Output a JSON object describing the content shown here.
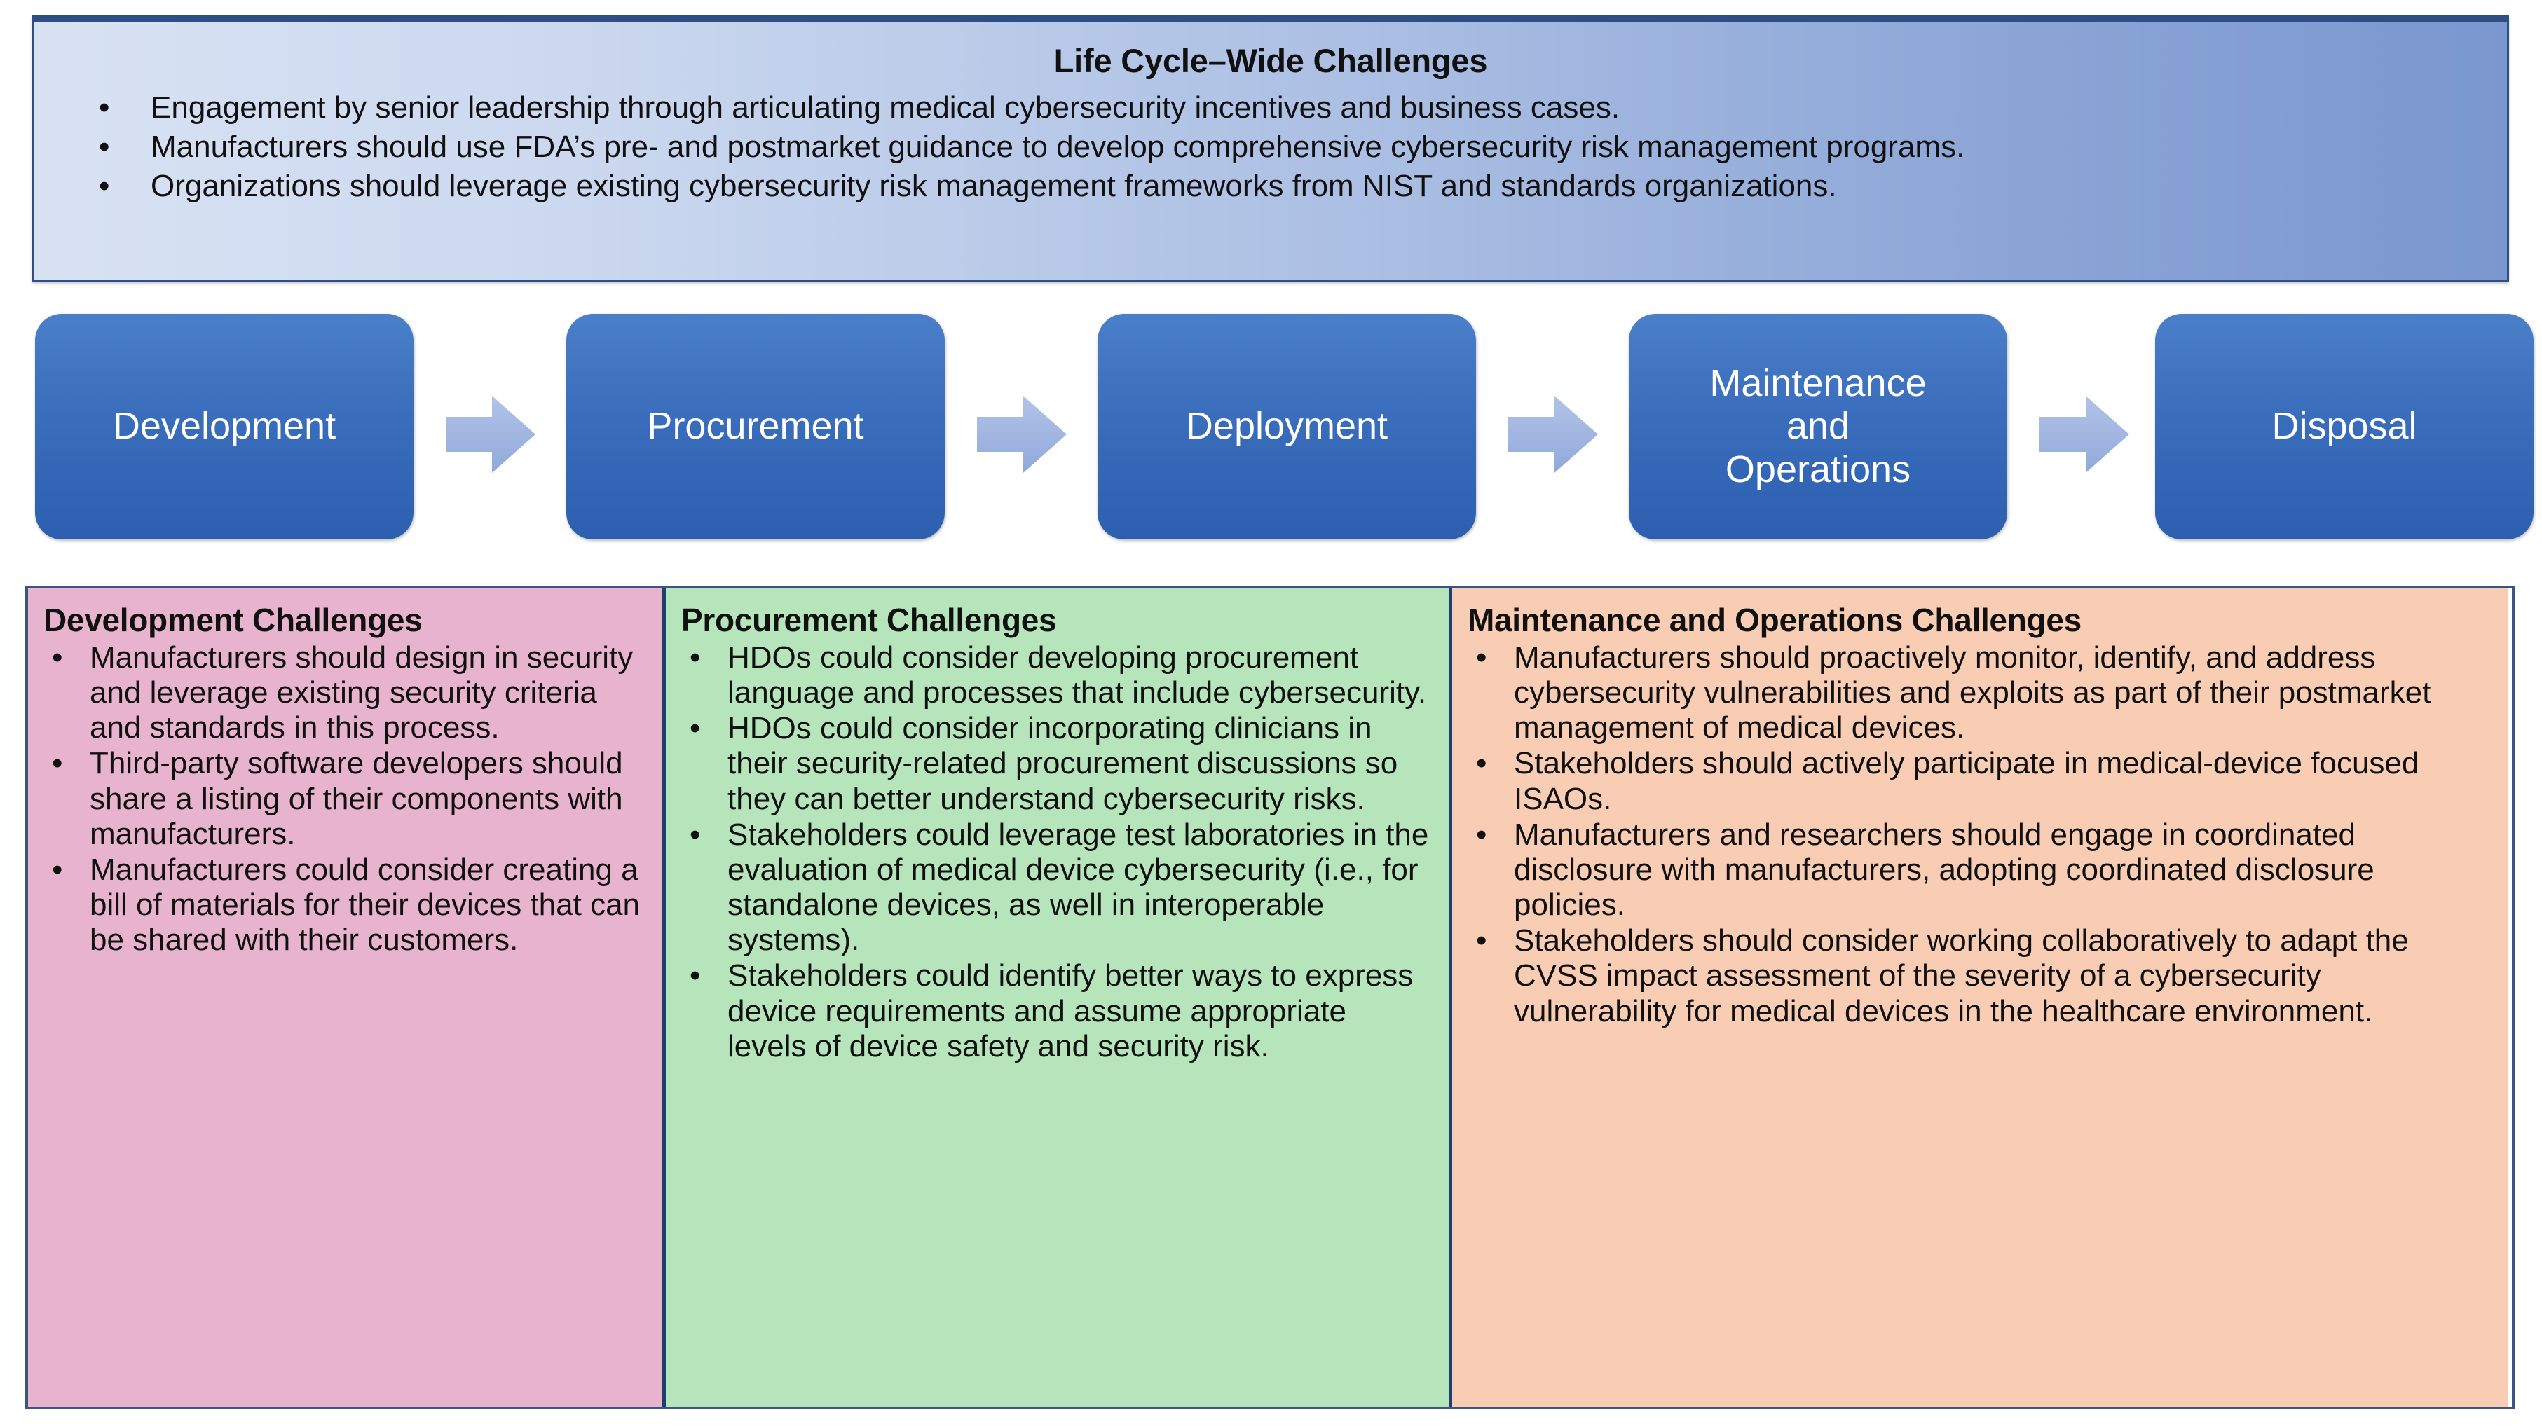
{
  "banner": {
    "title": "Life Cycle–Wide Challenges",
    "bullet_glyph": "•",
    "items": [
      "Engagement by senior leadership through articulating medical cybersecurity incentives and business cases.",
      "Manufacturers should use FDA’s pre- and postmarket guidance to develop comprehensive cybersecurity risk management programs.",
      "Organizations should leverage existing cybersecurity risk management frameworks from NIST and standards organizations."
    ]
  },
  "process_flow": {
    "arrow_icon": "right-arrow",
    "stages": [
      {
        "label": "Development"
      },
      {
        "label": "Procurement"
      },
      {
        "label": "Deployment"
      },
      {
        "label": "Maintenance\nand\nOperations"
      },
      {
        "label": "Disposal"
      }
    ]
  },
  "columns": [
    {
      "heading": "Development Challenges",
      "items": [
        "Manufacturers should design in security and leverage existing security criteria and standards in this process.",
        "Third-party software developers should share a listing of their components with manufacturers.",
        "Manufacturers could consider creating a bill of materials for their devices that can be shared with their customers."
      ]
    },
    {
      "heading": "Procurement Challenges",
      "items": [
        "HDOs could consider developing procurement language and processes that include cybersecurity.",
        "HDOs could consider incorporating clinicians in their security-related procurement discussions so they can better understand cybersecurity risks.",
        "Stakeholders could leverage test laboratories in the evaluation of medical device cybersecurity (i.e., for standalone devices, as well in interoperable systems).",
        "Stakeholders could identify better ways to express device requirements and assume appropriate levels of device safety and security risk."
      ]
    },
    {
      "heading": "Maintenance and Operations Challenges",
      "items": [
        "Manufacturers should proactively monitor, identify, and address cybersecurity vulnerabilities and exploits as part of their postmarket management of medical devices.",
        "Stakeholders should actively participate in medical-device focused ISAOs.",
        "Manufacturers and researchers should engage in coordinated disclosure with manufacturers, adopting coordinated disclosure policies.",
        "Stakeholders should consider working collaboratively to adapt the CVSS impact assessment of the severity of a cybersecurity vulnerability for medical devices in the healthcare environment."
      ]
    }
  ],
  "colors": {
    "banner_gradient_start": "#d8e2f3",
    "banner_gradient_end": "#7b97cf",
    "banner_border": "#2e4f86",
    "process_box_top": "#4a7fc9",
    "process_box_bottom": "#2d5fb0",
    "arrow_fill": "#9fb5e0",
    "development_bg": "#e7b3cd",
    "procurement_bg": "#b6e5bb",
    "maintenance_bg": "#f9cdb4",
    "column_border": "#1f3f73"
  }
}
